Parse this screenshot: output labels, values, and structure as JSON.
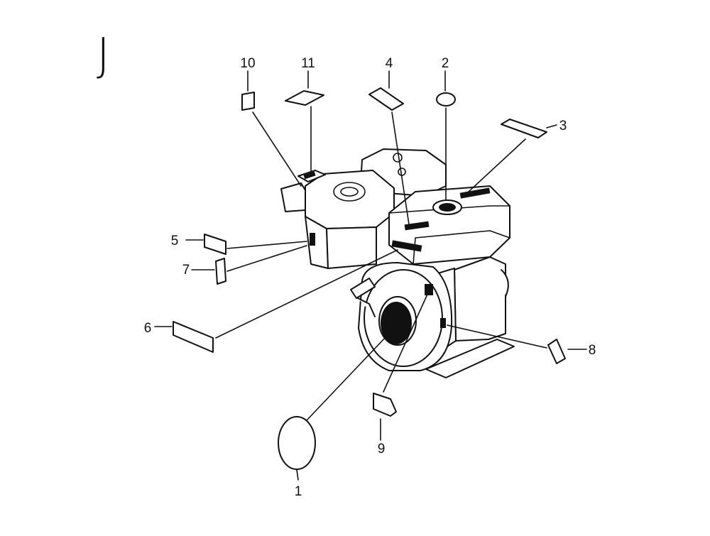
{
  "section_letter": "J",
  "callouts": [
    "10",
    "11",
    "4",
    "2",
    "3",
    "5",
    "7",
    "6",
    "8",
    "9",
    "1"
  ]
}
